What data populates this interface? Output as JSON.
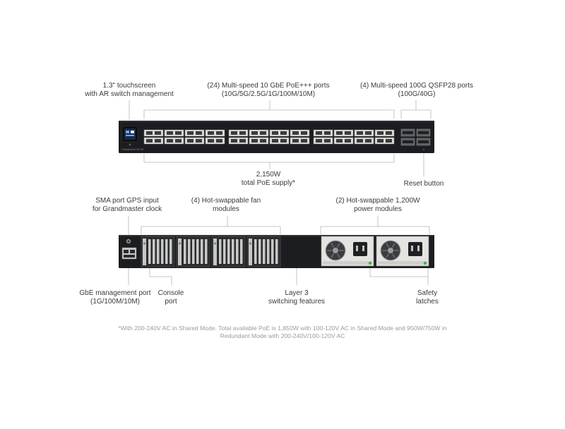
{
  "front_callouts": {
    "touchscreen": [
      "1.3\" touchscreen",
      "with AR switch management"
    ],
    "poe_ports": [
      "(24) Multi-speed 10 GbE PoE+++ ports",
      "(10G/5G/2.5G/1G/100M/10M)"
    ],
    "qsfp_ports": [
      "(4) Multi-speed 100G QSFP28 ports",
      "(100G/40G)"
    ],
    "poe_budget": [
      "2,150W",
      "total PoE supply*"
    ],
    "reset": [
      "Reset button"
    ]
  },
  "front_panel": {
    "model_label": "EnterpriseXG 24 PoE",
    "rj45_port_count": 24,
    "qsfp_port_count": 4
  },
  "rear_callouts": {
    "sma": [
      "SMA port GPS input",
      "for Grandmaster clock"
    ],
    "fans": [
      "(4) Hot-swappable fan",
      "modules"
    ],
    "psu": [
      "(2) Hot-swappable 1,200W",
      "power modules"
    ],
    "gbe_mgmt": [
      "GbE management port",
      "(1G/100M/10M)"
    ],
    "console": [
      "Console",
      "port"
    ],
    "layer3": [
      "Layer 3",
      "switching features"
    ],
    "latches": [
      "Safety",
      "latches"
    ]
  },
  "rear_panel": {
    "fan_module_count": 4,
    "psu_module_count": 2
  },
  "footnote": [
    "*With 200-240V AC in Shared Mode. Total available PoE is 1,850W with 100-120V AC in Shared Mode and 950W/750W in",
    "Redundant Mode with 200-240V/100-120V AC"
  ],
  "colors": {
    "chassis": "#1b1d20",
    "leader": "#b5b5b5",
    "port_metal": "#d9d9d6",
    "led": "#39b54a"
  }
}
